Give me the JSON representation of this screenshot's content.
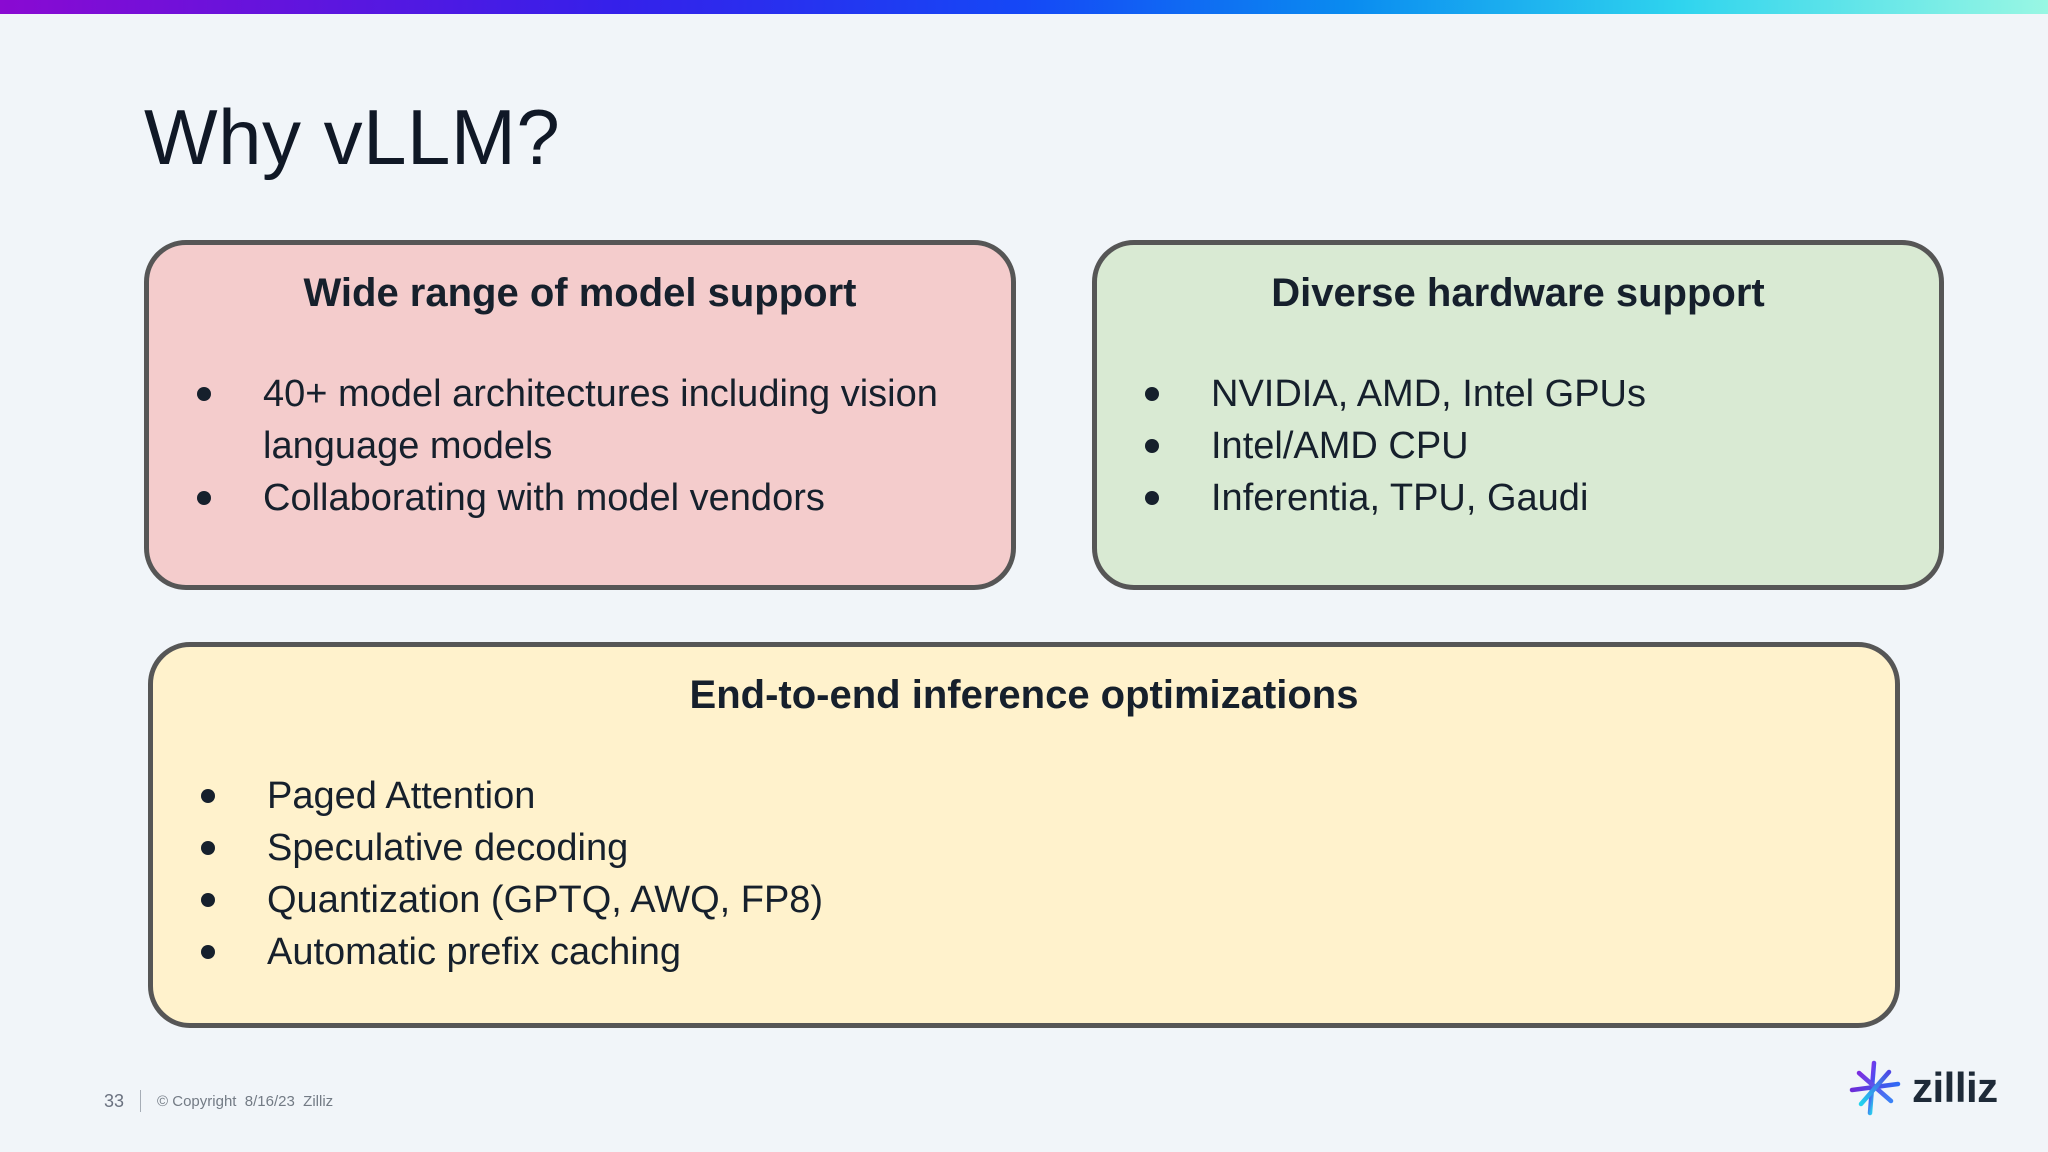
{
  "slide": {
    "title": "Why vLLM?",
    "page_number": "33",
    "copyright": "© Copyright  8/16/23  Zilliz",
    "logo_text": "zilliz"
  },
  "boxes": {
    "model_support": {
      "title": "Wide range of model support",
      "bullets": [
        "40+ model architectures including vision language models",
        "Collaborating with model vendors"
      ]
    },
    "hardware_support": {
      "title": "Diverse hardware support",
      "bullets": [
        "NVIDIA, AMD, Intel GPUs",
        "Intel/AMD CPU",
        "Inferentia, TPU, Gaudi"
      ]
    },
    "inference_optimizations": {
      "title": "End-to-end inference optimizations",
      "bullets": [
        "Paged Attention",
        "Speculative decoding",
        "Quantization (GPTQ, AWQ, FP8)",
        "Automatic prefix caching"
      ]
    }
  },
  "colors": {
    "slide_background": "#f1f5f9",
    "box_model_support_bg": "#f4cccc",
    "box_hardware_support_bg": "#d9ead3",
    "box_inference_optimizations_bg": "#fff2cc",
    "box_border": "#565656",
    "body_text": "#16202c",
    "footer_text": "#6b7280",
    "top_bar_gradient_start": "#8a0ad2",
    "top_bar_gradient_mid": "#1548f6",
    "top_bar_gradient_end": "#99f7e3",
    "logo_text_color": "#1e2a38"
  }
}
